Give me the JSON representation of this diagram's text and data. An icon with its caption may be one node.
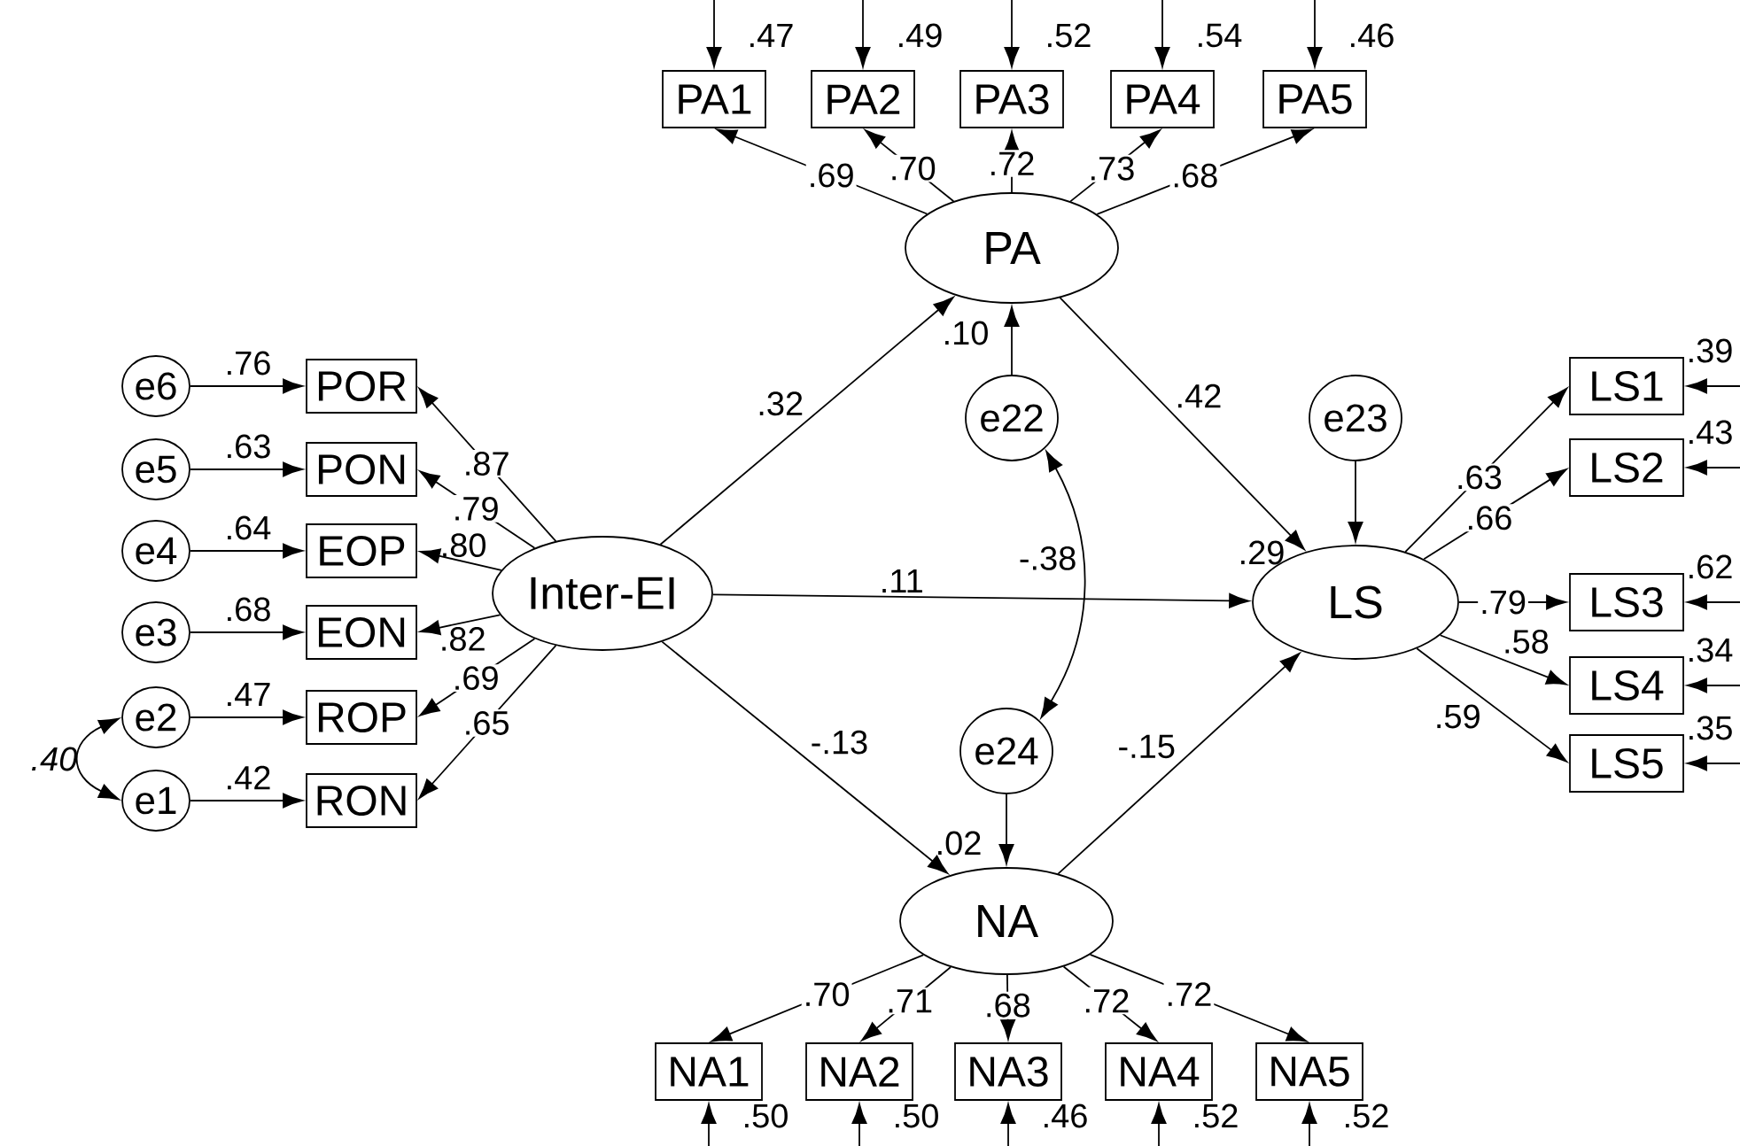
{
  "diagram": {
    "nodes": [
      {
        "text": [
          "PA1"
        ],
        "beside": [
          ".47"
        ]
      },
      {
        "text": [
          "PA2"
        ],
        "beside": [
          ".49"
        ]
      },
      {
        "text": [
          "PA3"
        ],
        "beside": [
          ".52"
        ]
      },
      {
        "text": [
          "PA4"
        ],
        "beside": [
          ".54"
        ]
      },
      {
        "text": [
          "PA5"
        ],
        "beside": [
          ".46"
        ]
      },
      {
        "text": [
          "PA"
        ],
        "beside": [
          ".10"
        ]
      },
      {
        "text": [
          "e6"
        ]
      },
      {
        "text": [
          "POR"
        ],
        "beside": [
          ".76"
        ]
      },
      {
        "text": [
          "e5"
        ]
      },
      {
        "text": [
          "PON"
        ],
        "beside": [
          ".63"
        ]
      },
      {
        "text": [
          "e4"
        ]
      },
      {
        "text": [
          "EOP"
        ],
        "beside": [
          ".64"
        ]
      },
      {
        "text": [
          "e3"
        ]
      },
      {
        "text": [
          "EON"
        ],
        "beside": [
          ".68"
        ]
      },
      {
        "text": [
          "e2"
        ]
      },
      {
        "text": [
          "ROP"
        ],
        "beside": [
          ".47"
        ]
      },
      {
        "text": [
          "e1"
        ]
      },
      {
        "text": [
          "RON"
        ],
        "beside": [
          ".42"
        ]
      },
      {
        "text": [
          "Inter-EI"
        ]
      },
      {
        "text": [
          "e22"
        ]
      },
      {
        "text": [
          "e23"
        ]
      },
      {
        "text": [
          "LS"
        ],
        "beside": [
          ".29"
        ]
      },
      {
        "text": [
          "LS1"
        ],
        "beside": [
          ".39"
        ]
      },
      {
        "text": [
          "LS2"
        ],
        "beside": [
          ".43"
        ]
      },
      {
        "text": [
          "LS3"
        ],
        "beside": [
          ".62"
        ]
      },
      {
        "text": [
          "LS4"
        ],
        "beside": [
          ".34"
        ]
      },
      {
        "text": [
          "LS5"
        ],
        "beside": [
          ".35"
        ]
      },
      {
        "text": [
          "e24"
        ]
      },
      {
        "text": [
          "NA"
        ],
        "beside": [
          ".02"
        ]
      },
      {
        "text": [
          "NA1"
        ],
        "beside": [
          ".50"
        ]
      },
      {
        "text": [
          "NA2"
        ],
        "beside": [
          ".50"
        ]
      },
      {
        "text": [
          "NA3"
        ],
        "beside": [
          ".46"
        ]
      },
      {
        "text": [
          "NA4"
        ],
        "beside": [
          ".52"
        ]
      },
      {
        "text": [
          "NA5"
        ],
        "beside": [
          ".52"
        ]
      }
    ],
    "edges": [
      {
        "from": null,
        "to": 0,
        "arrow": "to"
      },
      {
        "from": null,
        "to": 1,
        "arrow": "to"
      },
      {
        "from": null,
        "to": 2,
        "arrow": "to"
      },
      {
        "from": null,
        "to": 3,
        "arrow": "to"
      },
      {
        "from": null,
        "to": 4,
        "arrow": "to"
      },
      {
        "from": 5,
        "to": 0,
        "arrow": "to",
        "label": ".69"
      },
      {
        "from": 5,
        "to": 1,
        "arrow": "to",
        "label": ".70"
      },
      {
        "from": 5,
        "to": 2,
        "arrow": "to",
        "label": ".72"
      },
      {
        "from": 5,
        "to": 3,
        "arrow": "to",
        "label": ".73"
      },
      {
        "from": 5,
        "to": 4,
        "arrow": "to",
        "label": ".68"
      },
      {
        "from": 6,
        "to": 7,
        "arrow": "to"
      },
      {
        "from": 8,
        "to": 9,
        "arrow": "to"
      },
      {
        "from": 10,
        "to": 11,
        "arrow": "to"
      },
      {
        "from": 12,
        "to": 13,
        "arrow": "to"
      },
      {
        "from": 14,
        "to": 15,
        "arrow": "to"
      },
      {
        "from": 16,
        "to": 17,
        "arrow": "to"
      },
      {
        "from": 14,
        "to": 16,
        "arrow": "both",
        "label": ".40"
      },
      {
        "from": 18,
        "to": 7,
        "arrow": "to",
        "label": ".87"
      },
      {
        "from": 18,
        "to": 9,
        "arrow": "to",
        "label": ".79"
      },
      {
        "from": 18,
        "to": 11,
        "arrow": "to",
        "label": ".80"
      },
      {
        "from": 18,
        "to": 13,
        "arrow": "to",
        "label": ".82"
      },
      {
        "from": 18,
        "to": 15,
        "arrow": "to",
        "label": ".69"
      },
      {
        "from": 18,
        "to": 17,
        "arrow": "to",
        "label": ".65"
      },
      {
        "from": 18,
        "to": 5,
        "arrow": "to",
        "label": ".32"
      },
      {
        "from": 18,
        "to": 21,
        "arrow": "to",
        "label": ".11"
      },
      {
        "from": 18,
        "to": 28,
        "arrow": "to",
        "label": "-.13"
      },
      {
        "from": 5,
        "to": 21,
        "arrow": "to",
        "label": ".42"
      },
      {
        "from": 28,
        "to": 21,
        "arrow": "to",
        "label": "-.15"
      },
      {
        "from": 19,
        "to": 5,
        "arrow": "to"
      },
      {
        "from": 20,
        "to": 21,
        "arrow": "to"
      },
      {
        "from": 27,
        "to": 28,
        "arrow": "to"
      },
      {
        "from": 19,
        "to": 27,
        "arrow": "both",
        "label": "-.38"
      },
      {
        "from": 21,
        "to": 22,
        "arrow": "to",
        "label": ".63"
      },
      {
        "from": 21,
        "to": 23,
        "arrow": "to",
        "label": ".66"
      },
      {
        "from": 21,
        "to": 24,
        "arrow": "to",
        "label": ".79"
      },
      {
        "from": 21,
        "to": 25,
        "arrow": "to",
        "label": ".58"
      },
      {
        "from": 21,
        "to": 26,
        "arrow": "to",
        "label": ".59"
      },
      {
        "from": null,
        "to": 22,
        "arrow": "to"
      },
      {
        "from": null,
        "to": 23,
        "arrow": "to"
      },
      {
        "from": null,
        "to": 24,
        "arrow": "to"
      },
      {
        "from": null,
        "to": 25,
        "arrow": "to"
      },
      {
        "from": null,
        "to": 26,
        "arrow": "to"
      },
      {
        "from": 28,
        "to": 29,
        "arrow": "to",
        "label": ".70"
      },
      {
        "from": 28,
        "to": 30,
        "arrow": "to",
        "label": ".71"
      },
      {
        "from": 28,
        "to": 31,
        "arrow": "to",
        "label": ".68"
      },
      {
        "from": 28,
        "to": 32,
        "arrow": "to",
        "label": ".72"
      },
      {
        "from": 28,
        "to": 33,
        "arrow": "to",
        "label": ".72"
      },
      {
        "from": null,
        "to": 29,
        "arrow": "to"
      },
      {
        "from": null,
        "to": 30,
        "arrow": "to"
      },
      {
        "from": null,
        "to": 31,
        "arrow": "to"
      },
      {
        "from": null,
        "to": 32,
        "arrow": "to"
      },
      {
        "from": null,
        "to": 33,
        "arrow": "to"
      }
    ]
  }
}
